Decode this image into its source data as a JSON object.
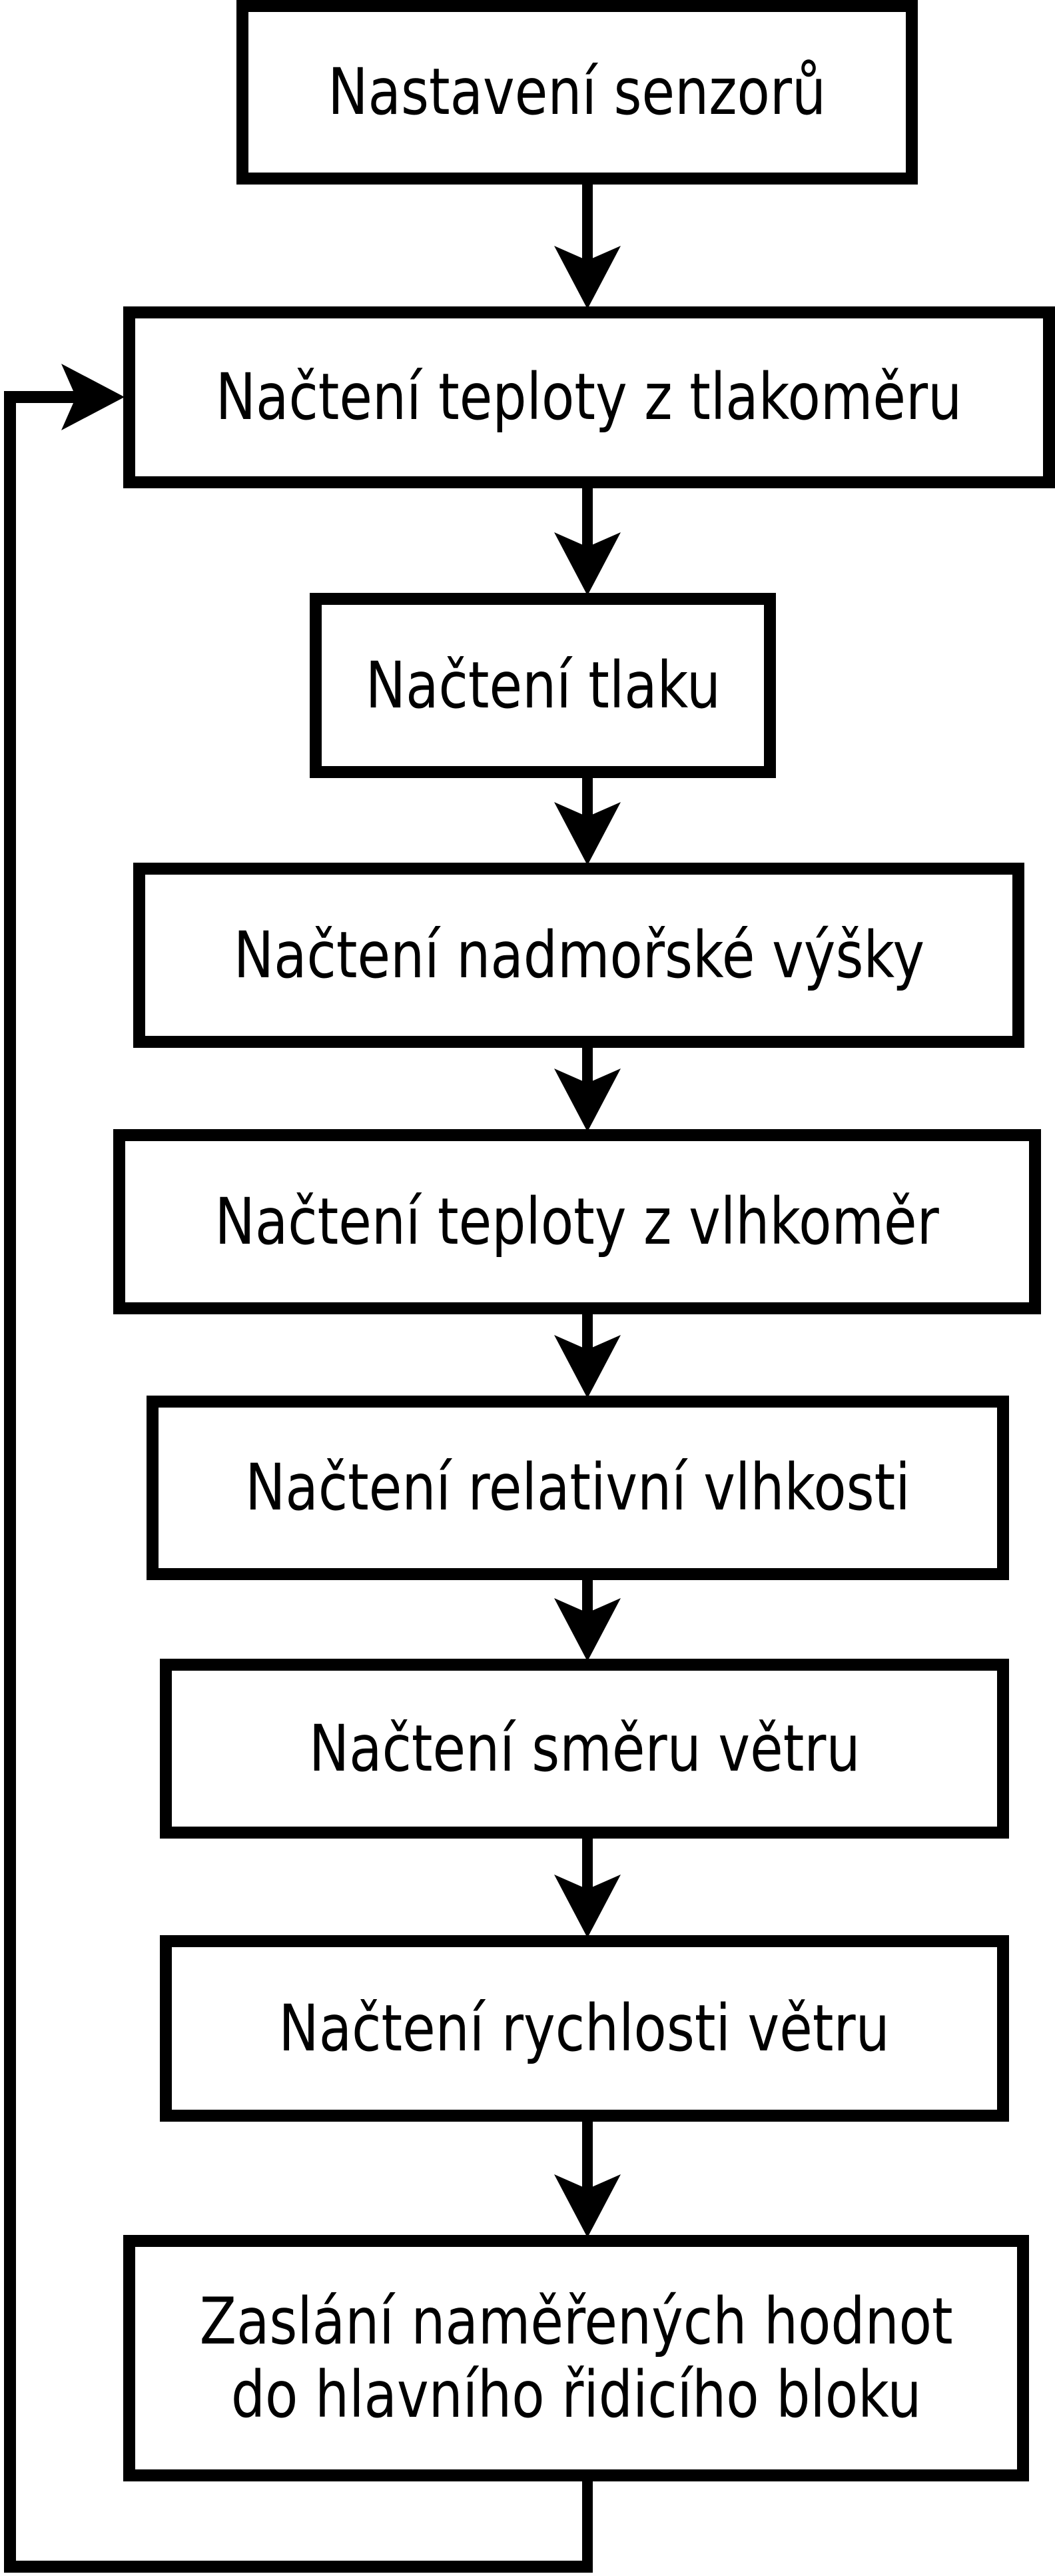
{
  "diagram": {
    "type": "flowchart",
    "language": "cs",
    "colors": {
      "stroke": "#000000",
      "node_fill": "#ffffff",
      "text": "#000000",
      "background": "#ffffff"
    },
    "nodes": [
      {
        "id": "setup_sensors",
        "label": "Nastavení senzorů"
      },
      {
        "id": "read_temp_barometer",
        "label": "Načtení teploty z tlakoměru"
      },
      {
        "id": "read_pressure",
        "label": "Načtení tlaku"
      },
      {
        "id": "read_altitude",
        "label": "Načtení nadmořské výšky"
      },
      {
        "id": "read_temp_hygrometer",
        "label": "Načtení teploty z vlhkoměr"
      },
      {
        "id": "read_rel_humidity",
        "label": "Načtení relativní vlhkosti"
      },
      {
        "id": "read_wind_direction",
        "label": "Načtení směru větru"
      },
      {
        "id": "read_wind_speed",
        "label": "Načtení rychlosti větru"
      },
      {
        "id": "send_values",
        "label": "Zaslání naměřených hodnot do hlavního řidicího bloku",
        "lines": [
          "Zaslání naměřených hodnot",
          "do hlavního řidicího bloku"
        ]
      }
    ],
    "edges": [
      {
        "from": "setup_sensors",
        "to": "read_temp_barometer",
        "kind": "straight-down"
      },
      {
        "from": "read_temp_barometer",
        "to": "read_pressure",
        "kind": "straight-down"
      },
      {
        "from": "read_pressure",
        "to": "read_altitude",
        "kind": "straight-down"
      },
      {
        "from": "read_altitude",
        "to": "read_temp_hygrometer",
        "kind": "straight-down"
      },
      {
        "from": "read_temp_hygrometer",
        "to": "read_rel_humidity",
        "kind": "straight-down"
      },
      {
        "from": "read_rel_humidity",
        "to": "read_wind_direction",
        "kind": "straight-down"
      },
      {
        "from": "read_wind_direction",
        "to": "read_wind_speed",
        "kind": "straight-down"
      },
      {
        "from": "read_wind_speed",
        "to": "send_values",
        "kind": "straight-down"
      },
      {
        "from": "send_values",
        "to": "read_temp_barometer",
        "kind": "loop-back-left"
      }
    ]
  }
}
